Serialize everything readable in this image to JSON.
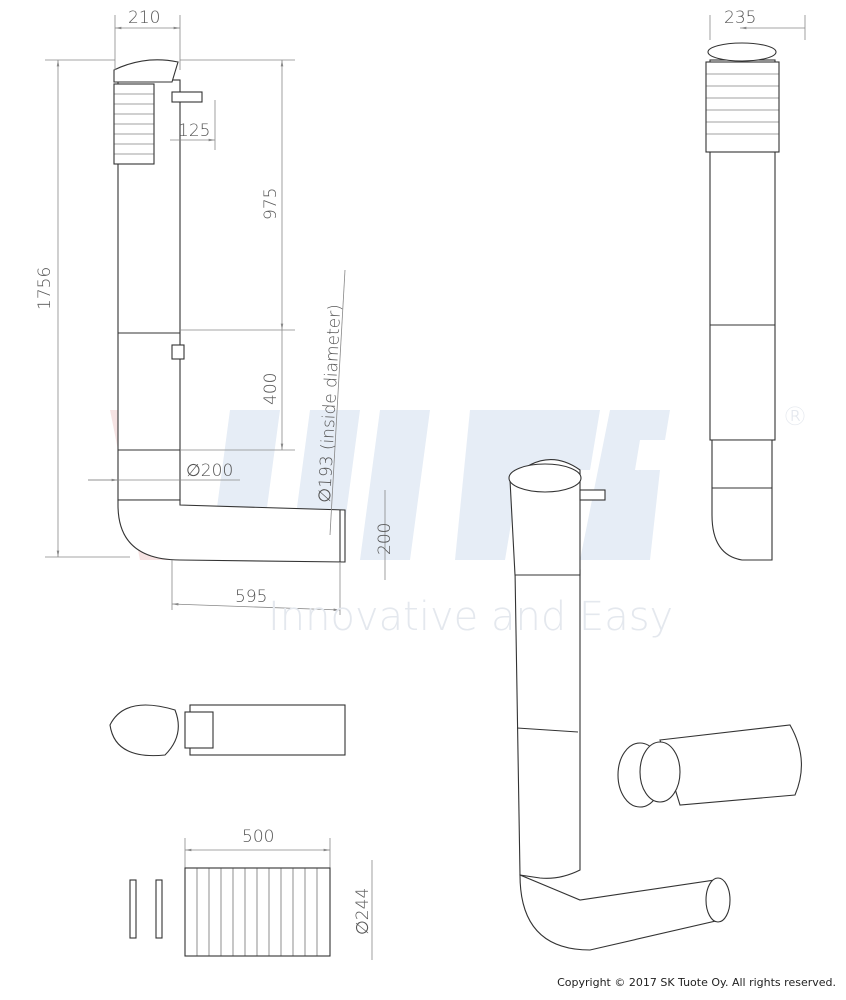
{
  "watermark": {
    "brand": "VILPE®",
    "tagline": "Innovative and Easy"
  },
  "dimensions": {
    "front_width": "210",
    "total_height": "1756",
    "bracket_offset": "125",
    "upper_height": "975",
    "lower_height": "400",
    "outer_diameter": "∅200",
    "inner_diameter": "∅193 (inside diameter)",
    "outlet_height": "200",
    "outlet_length": "595",
    "side_width": "235",
    "hose_length": "500",
    "hose_diameter": "∅244"
  },
  "copyright": "Copyright © 2017 SK Tuote Oy. All rights reserved."
}
